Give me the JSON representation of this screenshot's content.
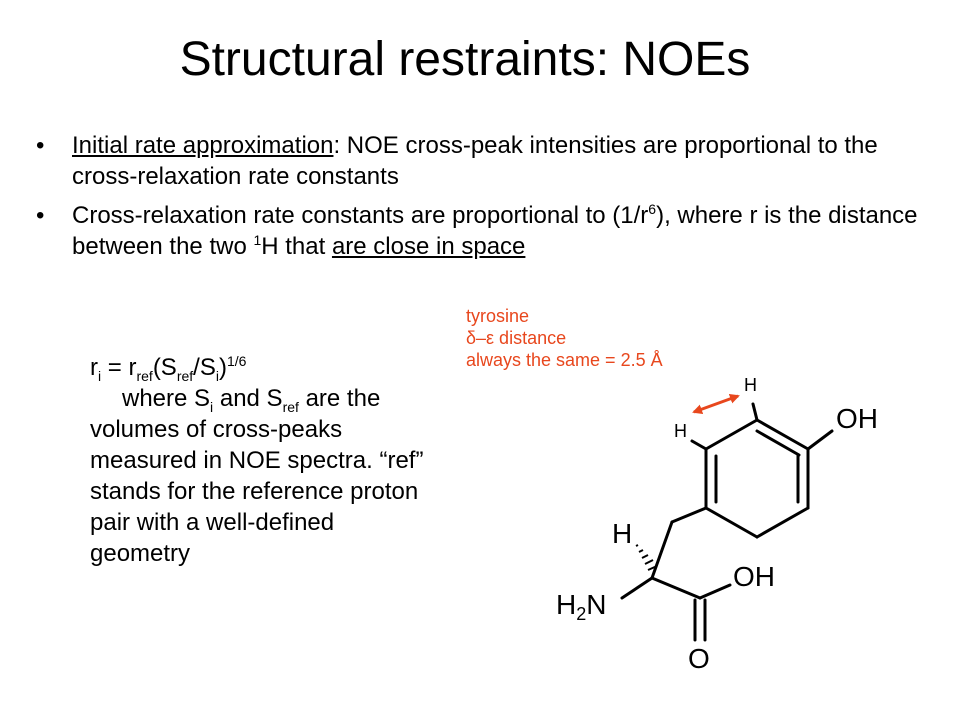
{
  "title": "Structural restraints: NOEs",
  "bullets": {
    "b1": {
      "bullet": "•",
      "term": "Initial rate approximation",
      "text": ": NOE cross-peak intensities are proportional to the cross-relaxation rate constants"
    },
    "b2": {
      "bullet": "•",
      "text1": "Cross-relaxation rate constants are proportional to (1/r",
      "sup1": "6",
      "text2": "), where r is the distance between the two ",
      "sup2": "1",
      "text3": "H that ",
      "underlined": "are close in space"
    }
  },
  "formula": {
    "r": "r",
    "i": "i",
    "eq": " = r",
    "ref": "ref",
    "open": "(S",
    "slash": "/S",
    "close": ")",
    "exp": "1/6",
    "desc1": "where S",
    "desc2": " and S",
    "desc3": " are the volumes of cross-peaks measured in NOE spectra. “ref” stands for the reference proton pair with a well-defined geometry"
  },
  "annotation": {
    "line1": "tyrosine",
    "line2": "δ–ε distance",
    "line3": "always the same = 2.5 Å",
    "color": "#e8471d"
  },
  "molecule": {
    "oh_top": "OH",
    "oh_bottom": "OH",
    "h_alpha": "H",
    "h2": "H",
    "two": "2",
    "n": "N",
    "o": "O",
    "h_delta": "H",
    "h_epsilon": "H"
  }
}
